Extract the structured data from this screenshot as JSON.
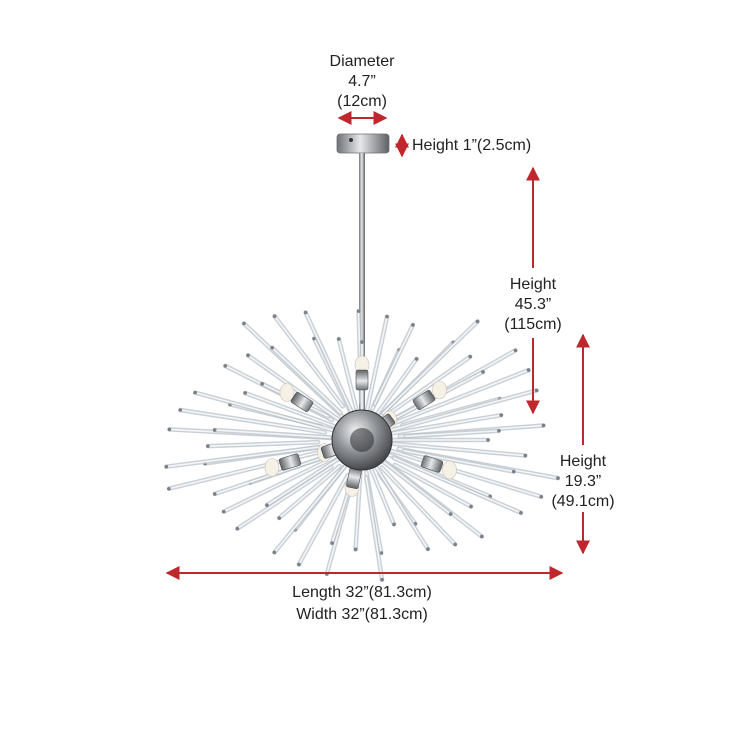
{
  "colors": {
    "arrow": "#c0272d",
    "text": "#222222",
    "chrome": "#9a9ca0",
    "glass": "#cfd6dc"
  },
  "dimensions": {
    "canopy_diameter": {
      "line1": "Diameter",
      "line2": "4.7”",
      "line3": "(12cm)"
    },
    "canopy_height": {
      "text": "Height 1”(2.5cm)"
    },
    "overall_height": {
      "line1": "Height",
      "line2": "45.3”",
      "line3": "(115cm)"
    },
    "fixture_height": {
      "line1": "Height",
      "line2": "19.3”",
      "line3": "(49.1cm)"
    },
    "length": {
      "text": "Length 32”(81.3cm)"
    },
    "width": {
      "text": "Width 32”(81.3cm)"
    }
  }
}
